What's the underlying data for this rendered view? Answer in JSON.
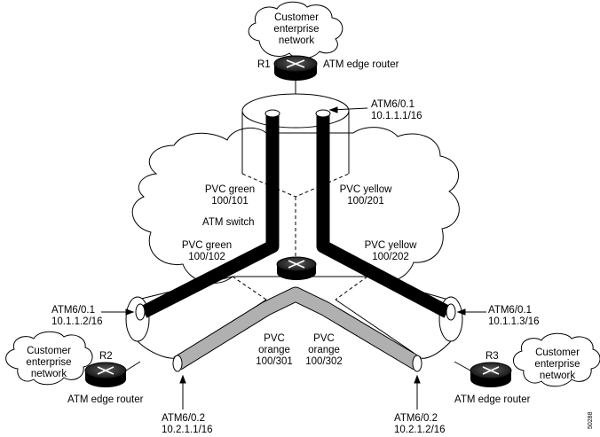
{
  "customer_network": {
    "line1": "Customer",
    "line2": "enterprise",
    "line3": "network"
  },
  "routers": {
    "r1": {
      "name": "R1",
      "label": "ATM edge router"
    },
    "r2": {
      "name": "R2",
      "label": "ATM edge router"
    },
    "r3": {
      "name": "R3",
      "label": "ATM edge router"
    }
  },
  "switch_label": "ATM switch",
  "pvcs": {
    "green_101": {
      "line1": "PVC green",
      "line2": "100/101"
    },
    "yellow_201": {
      "line1": "PVC yellow",
      "line2": "100/201"
    },
    "green_102": {
      "line1": "PVC green",
      "line2": "100/102"
    },
    "yellow_202": {
      "line1": "PVC yellow",
      "line2": "100/202"
    },
    "orange_301": {
      "line1": "PVC",
      "line2": "orange",
      "line3": "100/301"
    },
    "orange_302": {
      "line1": "PVC",
      "line2": "orange",
      "line3": "100/302"
    }
  },
  "interfaces": {
    "r1_atm": {
      "name": "ATM6/0.1",
      "ip": "10.1.1.1/16"
    },
    "r2_atm1": {
      "name": "ATM6/0.1",
      "ip": "10.1.1.2/16"
    },
    "r3_atm1": {
      "name": "ATM6/0.1",
      "ip": "10.1.1.3/16"
    },
    "r2_atm2": {
      "name": "ATM6/0.2",
      "ip": "10.2.1.1/16"
    },
    "r3_atm2": {
      "name": "ATM6/0.2",
      "ip": "10.2.1.2/16"
    }
  },
  "figure_id": "50288",
  "colors": {
    "pvc_black": "#000000",
    "pvc_orange_fill": "#b0b0b0"
  }
}
